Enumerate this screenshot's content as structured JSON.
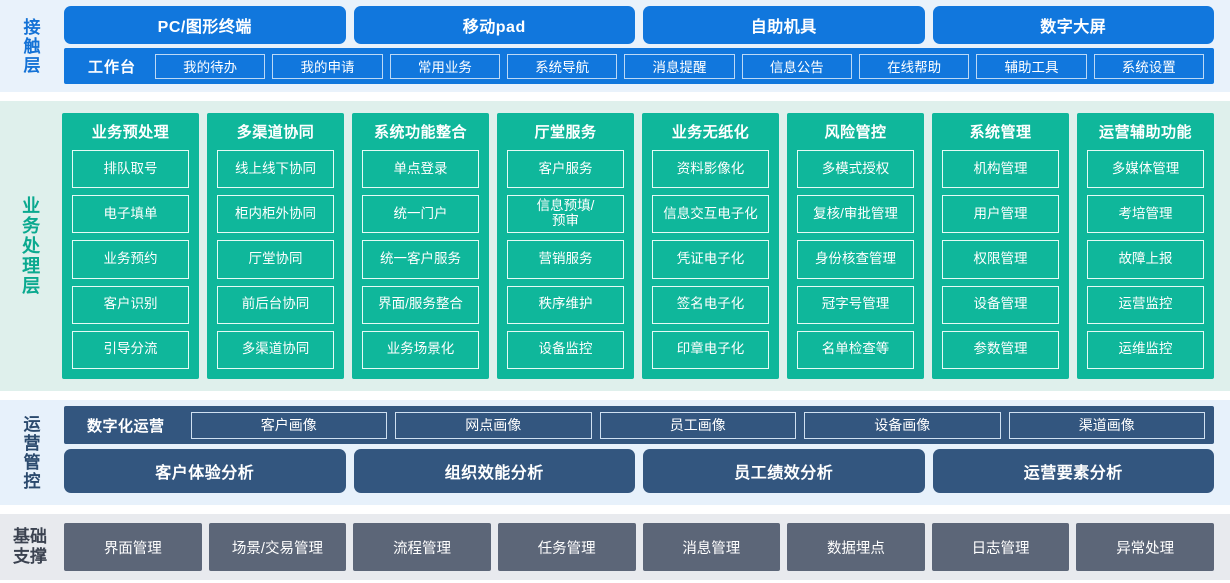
{
  "layers": {
    "contact": {
      "label": "接触层",
      "accent": "#1177dd",
      "channels": [
        "PC/图形终端",
        "移动pad",
        "自助机具",
        "数字大屏"
      ],
      "workbench": {
        "title": "工作台",
        "items": [
          "我的待办",
          "我的申请",
          "常用业务",
          "系统导航",
          "消息提醒",
          "信息公告",
          "在线帮助",
          "辅助工具",
          "系统设置"
        ]
      }
    },
    "business": {
      "label": "业务处理层",
      "accent": "#0fb79b",
      "columns": [
        {
          "title": "业务预处理",
          "items": [
            "排队取号",
            "电子填单",
            "业务预约",
            "客户识别",
            "引导分流"
          ]
        },
        {
          "title": "多渠道协同",
          "items": [
            "线上线下协同",
            "柜内柜外协同",
            "厅堂协同",
            "前后台协同",
            "多渠道协同"
          ]
        },
        {
          "title": "系统功能整合",
          "items": [
            "单点登录",
            "统一门户",
            "统一客户服务",
            "界面/服务整合",
            "业务场景化"
          ]
        },
        {
          "title": "厅堂服务",
          "items": [
            "客户服务",
            "信息预填/\n预审",
            "营销服务",
            "秩序维护",
            "设备监控"
          ]
        },
        {
          "title": "业务无纸化",
          "items": [
            "资料影像化",
            "信息交互电子化",
            "凭证电子化",
            "签名电子化",
            "印章电子化"
          ]
        },
        {
          "title": "风险管控",
          "items": [
            "多模式授权",
            "复核/审批管理",
            "身份核查管理",
            "冠字号管理",
            "名单检查等"
          ]
        },
        {
          "title": "系统管理",
          "items": [
            "机构管理",
            "用户管理",
            "权限管理",
            "设备管理",
            "参数管理"
          ]
        },
        {
          "title": "运营辅助功能",
          "items": [
            "多媒体管理",
            "考培管理",
            "故障上报",
            "运营监控",
            "运维监控"
          ]
        }
      ]
    },
    "operations": {
      "label": "运营管控",
      "accent": "#33567f",
      "digital": {
        "title": "数字化运营",
        "items": [
          "客户画像",
          "网点画像",
          "员工画像",
          "设备画像",
          "渠道画像"
        ]
      },
      "analysis": [
        "客户体验分析",
        "组织效能分析",
        "员工绩效分析",
        "运营要素分析"
      ]
    },
    "foundation": {
      "label_line1": "基础",
      "label_line2": "支撑",
      "accent": "#5c6678",
      "items": [
        "界面管理",
        "场景/交易管理",
        "流程管理",
        "任务管理",
        "消息管理",
        "数据埋点",
        "日志管理",
        "异常处理"
      ]
    }
  }
}
